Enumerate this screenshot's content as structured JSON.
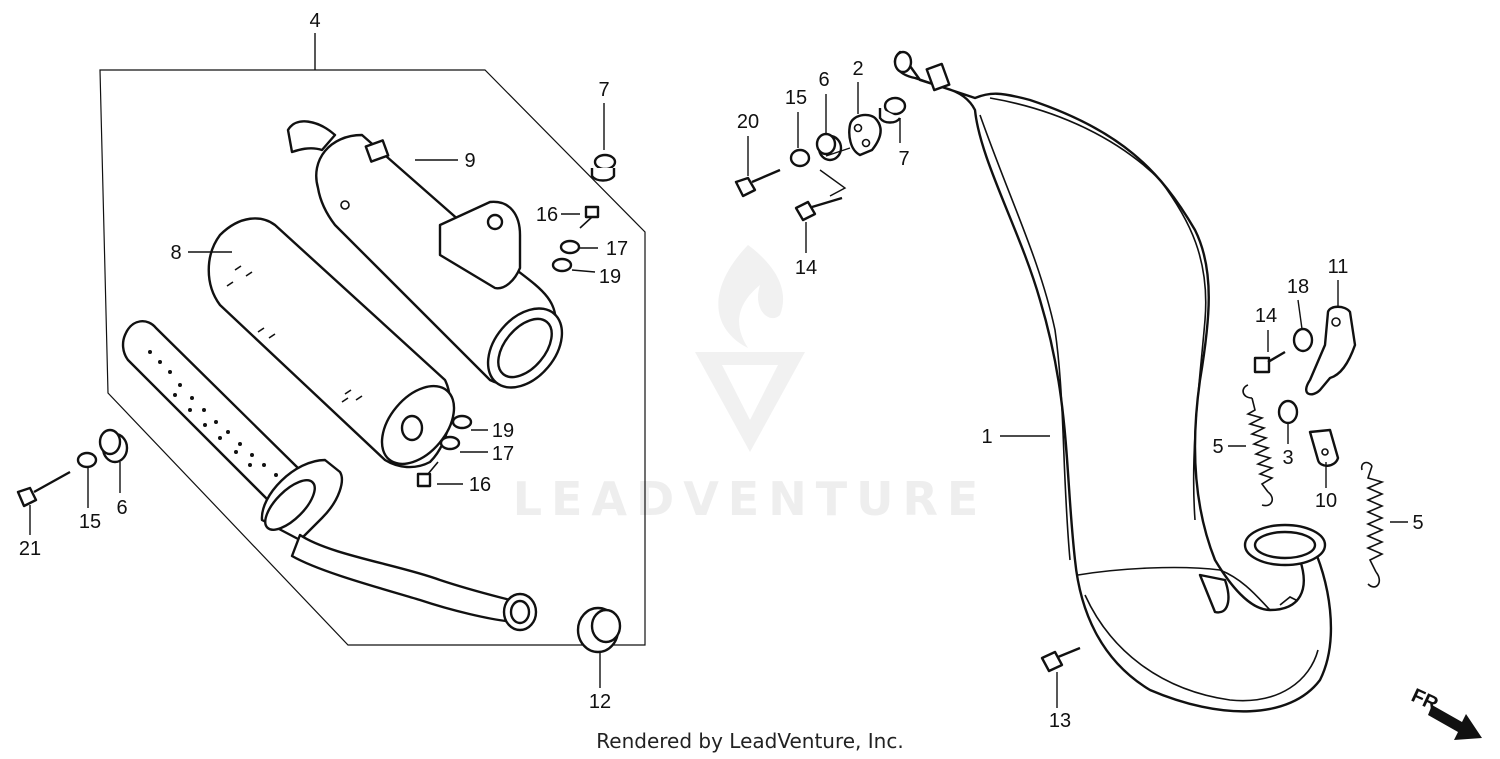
{
  "watermark": {
    "brand": "LEADVENTURE",
    "logo_icon": "leadventure-flame-logo"
  },
  "credit": "Rendered by LeadVenture, Inc.",
  "direction_indicator": {
    "label": "FR.",
    "icon": "front-arrow-icon"
  },
  "callouts": {
    "c4": "4",
    "c7a": "7",
    "c9": "9",
    "c16a": "16",
    "c17a": "17",
    "c19a": "19",
    "c8": "8",
    "c19b": "19",
    "c17b": "17",
    "c16b": "16",
    "c21": "21",
    "c15a": "15",
    "c6a": "6",
    "c12": "12",
    "c20": "20",
    "c15b": "15",
    "c6b": "6",
    "c2": "2",
    "c7b": "7",
    "c14a": "14",
    "c1": "1",
    "c14b": "14",
    "c18": "18",
    "c11": "11",
    "c5a": "5",
    "c3": "3",
    "c10": "10",
    "c5b": "5",
    "c13": "13"
  }
}
